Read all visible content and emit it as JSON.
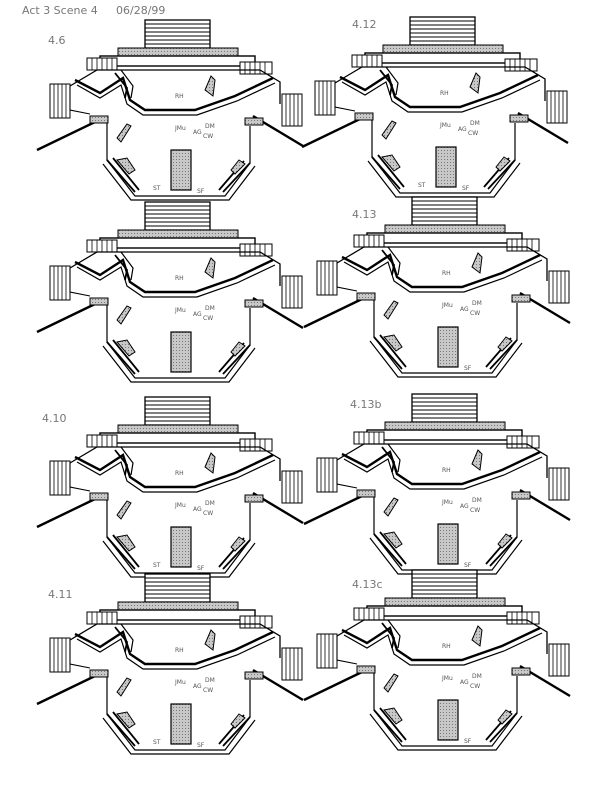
{
  "header": {
    "title": "Act 3 Scene 4",
    "date": "06/28/99"
  },
  "diagrams": [
    {
      "label": "4.6",
      "actors": [
        "RH",
        "JMu",
        "AG",
        "DM",
        "CW",
        "ST",
        "SF"
      ]
    },
    {
      "label": "4.12",
      "actors": [
        "RH",
        "JMu",
        "AG",
        "DM",
        "CW",
        "ST",
        "SF"
      ]
    },
    {
      "label": "",
      "actors": [
        "RH",
        "JMu",
        "AG",
        "DM",
        "CW"
      ]
    },
    {
      "label": "4.13",
      "actors": [
        "RH",
        "JMu",
        "AG",
        "DM",
        "CW",
        "SF"
      ]
    },
    {
      "label": "4.10",
      "actors": [
        "RH",
        "JMu",
        "AG",
        "DM",
        "CW",
        "ST",
        "SF"
      ]
    },
    {
      "label": "4.13b",
      "actors": [
        "RH",
        "JMu",
        "AG",
        "DM",
        "CW",
        "SF"
      ]
    },
    {
      "label": "4.11",
      "actors": [
        "RH",
        "JMu",
        "AG",
        "DM",
        "CW",
        "ST",
        "SF"
      ]
    },
    {
      "label": "4.13c",
      "actors": [
        "RH",
        "JMu",
        "AG",
        "DM",
        "CW",
        "SF"
      ]
    }
  ]
}
